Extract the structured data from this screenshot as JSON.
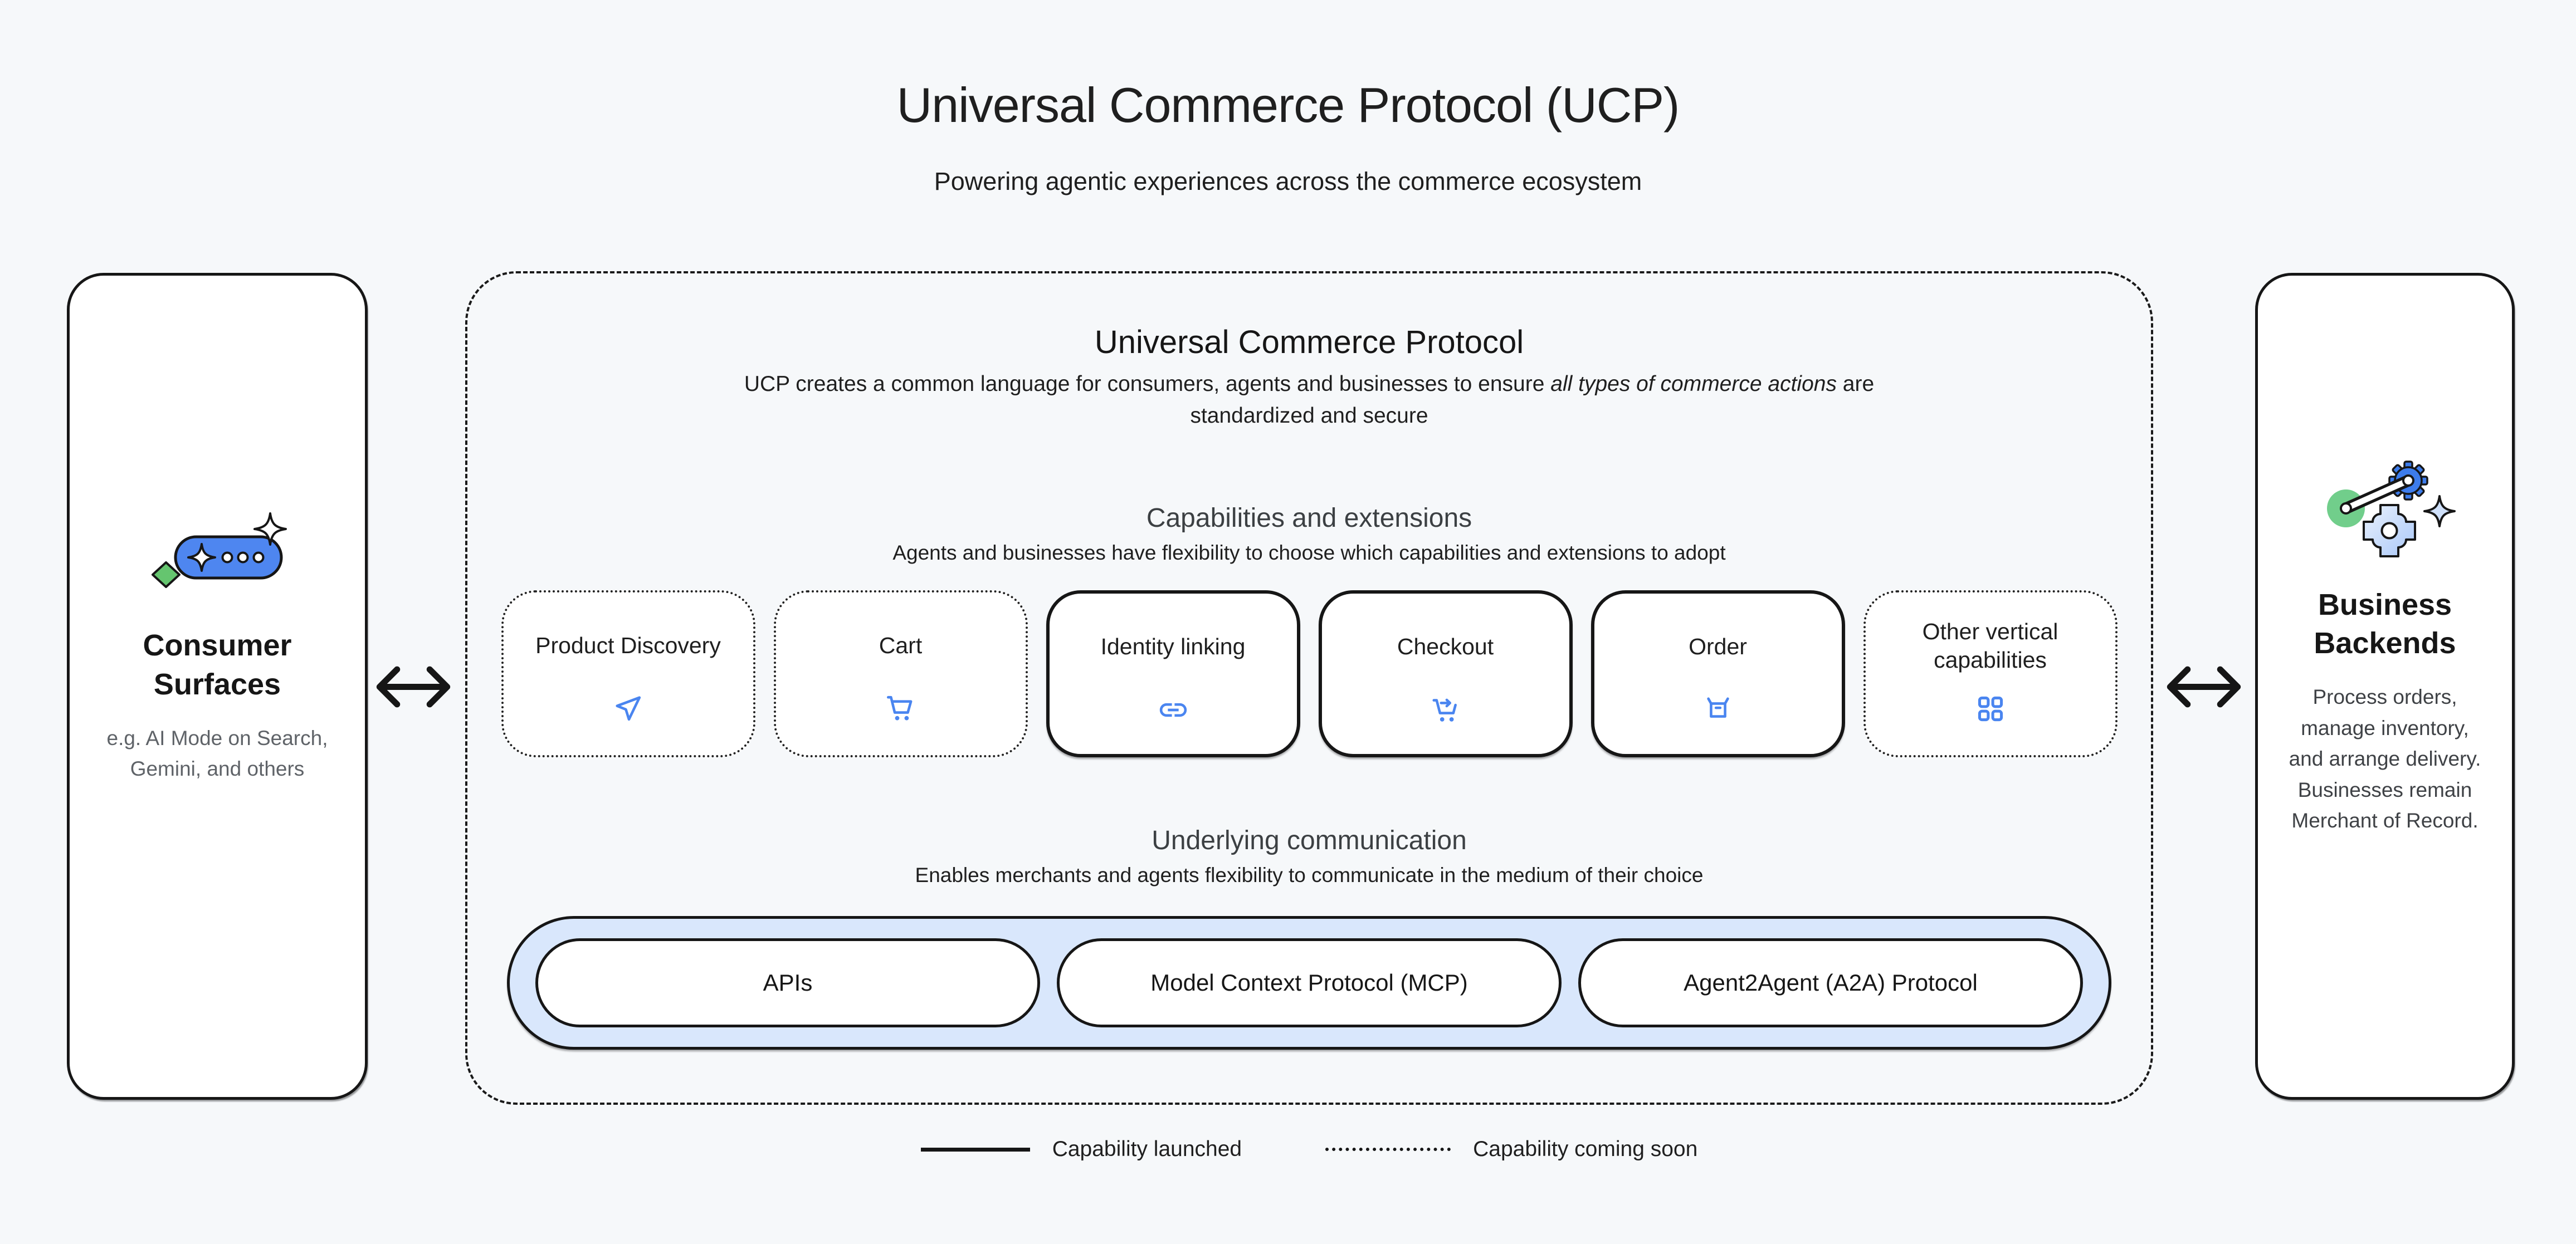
{
  "page": {
    "title": "Universal Commerce Protocol (UCP)",
    "subtitle": "Powering agentic experiences across the commerce ecosystem"
  },
  "consumer": {
    "title": "Consumer Surfaces",
    "description": "e.g. AI Mode on Search, Gemini, and others"
  },
  "business": {
    "title": "Business Backends",
    "description": "Process orders, manage inventory, and arrange delivery. Businesses remain Merchant of Record."
  },
  "ucp": {
    "title": "Universal Commerce Protocol",
    "description_prefix": "UCP creates a common language for consumers, agents and businesses to ensure ",
    "description_italic": "all types of commerce actions",
    "description_suffix": " are standardized and secure"
  },
  "capabilities": {
    "heading": "Capabilities and extensions",
    "subheading": "Agents and businesses have flexibility to choose which capabilities and extensions to adopt",
    "items": [
      {
        "label": "Product Discovery",
        "status": "coming-soon",
        "icon": "send-icon"
      },
      {
        "label": "Cart",
        "status": "coming-soon",
        "icon": "cart-icon"
      },
      {
        "label": "Identity linking",
        "status": "launched",
        "icon": "link-icon"
      },
      {
        "label": "Checkout",
        "status": "launched",
        "icon": "cart-checkout-icon"
      },
      {
        "label": "Order",
        "status": "launched",
        "icon": "order-box-icon"
      },
      {
        "label": "Other vertical capabilities",
        "status": "coming-soon",
        "icon": "grid-icon"
      }
    ]
  },
  "communication": {
    "heading": "Underlying communication",
    "subheading": "Enables merchants and agents flexibility to communicate in the medium of their choice",
    "items": [
      "APIs",
      "Model Context Protocol (MCP)",
      "Agent2Agent (A2A) Protocol"
    ]
  },
  "legend": {
    "launched": "Capability launched",
    "coming_soon": "Capability coming soon"
  },
  "colors": {
    "accent_blue": "#4a85f0",
    "band_blue": "#d9e7fc",
    "green": "#6fce85",
    "ink": "#161616"
  }
}
